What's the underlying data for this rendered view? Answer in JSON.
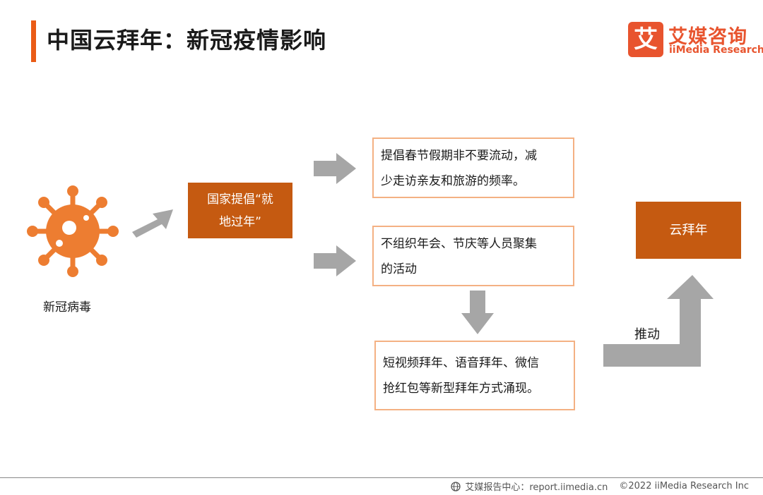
{
  "header": {
    "title": "中国云拜年：新冠疫情影响"
  },
  "logo": {
    "mark": "艾",
    "name": "艾媒咨询",
    "english": "iiMedia Research"
  },
  "diagram": {
    "virus_label": "新冠病毒",
    "policy_line1": "国家提倡“就",
    "policy_line2": "地过年”",
    "effect1_line1": "提倡春节假期非不要流动，减",
    "effect1_line2": "少走访亲友和旅游的频率。",
    "effect2_line1": "不组织年会、节庆等人员聚集",
    "effect2_line2": "的活动",
    "result_line1": "短视频拜年、语音拜年、微信",
    "result_line2": "抢红包等新型拜年方式涌现。",
    "push_label": "推动",
    "cloud_label": "云拜年"
  },
  "footer": {
    "source": "艾媒报告中心：report.iimedia.cn",
    "copyright": "©2022 iiMedia Research Inc"
  },
  "colors": {
    "accent": "#ea5b16",
    "box_fill": "#c55a11",
    "box_border": "#f4b183",
    "virus": "#ed7d31",
    "arrow": "#a6a6a6"
  },
  "icons": {
    "virus": "virus-icon",
    "arrow": "arrow-icon",
    "globe": "globe-icon"
  }
}
